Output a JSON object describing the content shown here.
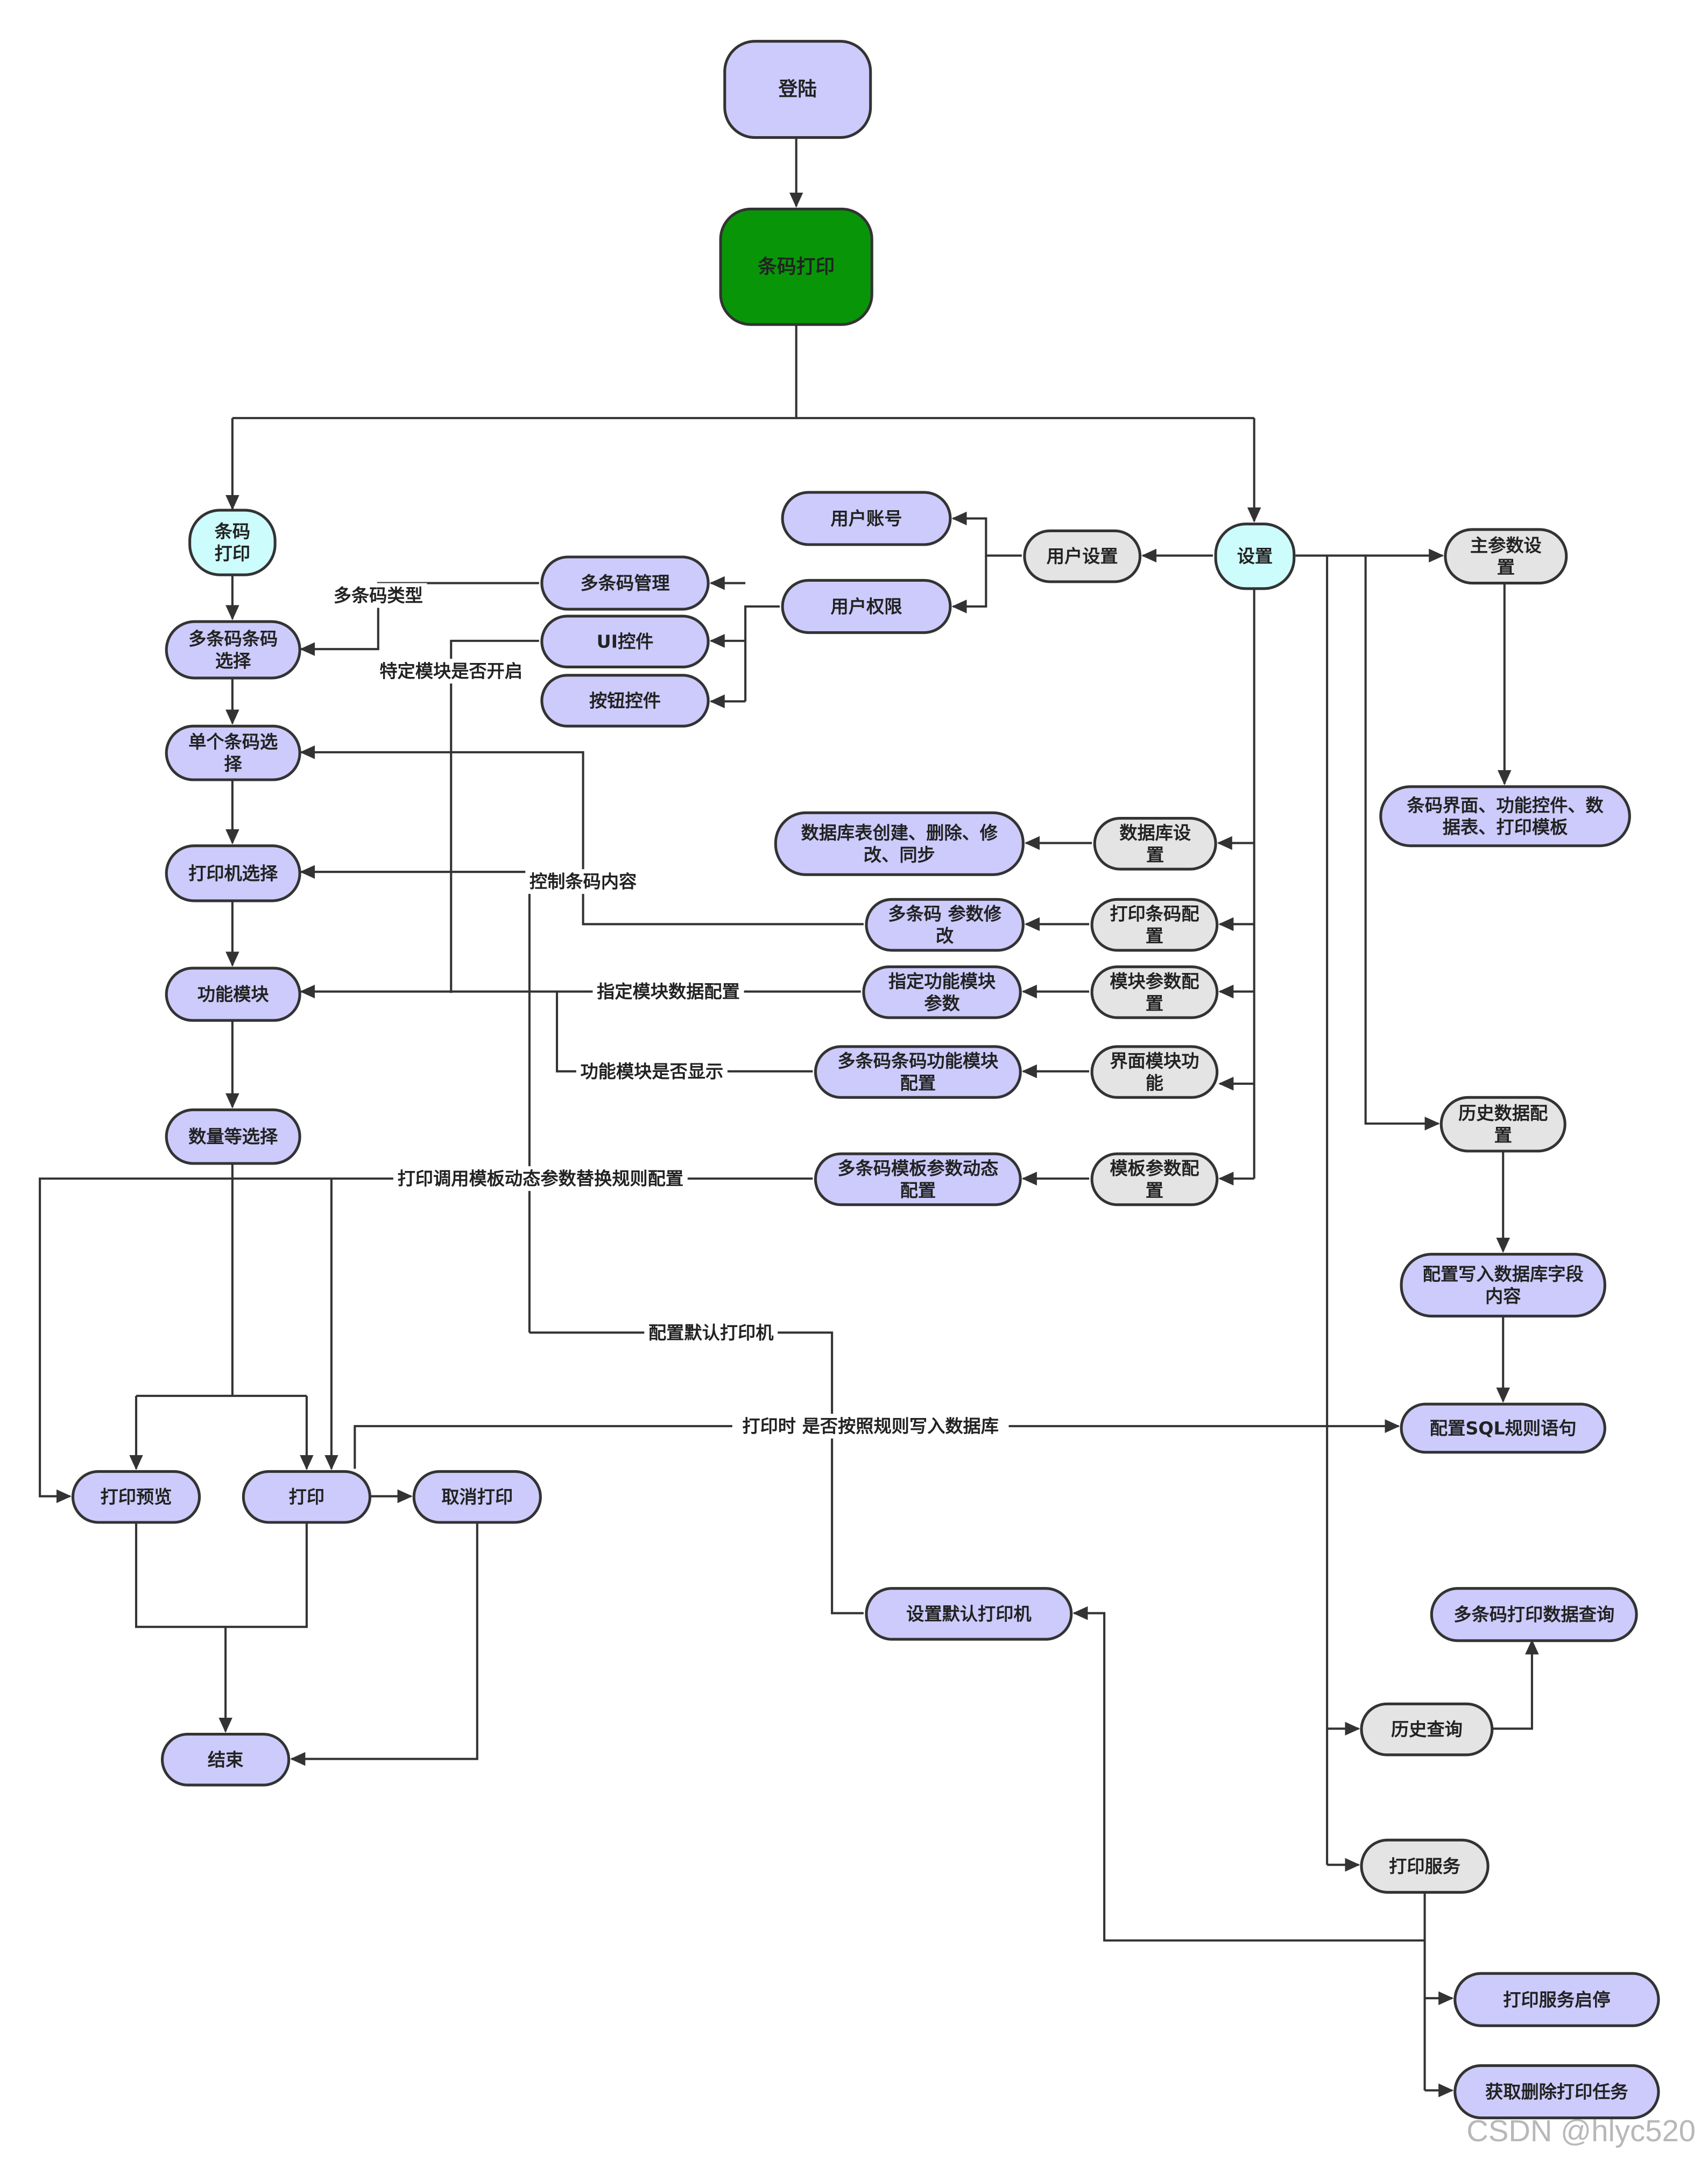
{
  "colors": {
    "purple": "#cccbfc",
    "green": "#089608",
    "cyan": "#cdfcfc",
    "gray": "#e4e4e4",
    "stroke": "#333333",
    "line": "#333333"
  },
  "nodes": {
    "login": "登陆",
    "barcode_print": "条码打印",
    "barcode_print_sub": "条码\n打印",
    "multi_barcode_select": "多条码条码\n选择",
    "single_barcode_select": "单个条码选\n择",
    "printer_select": "打印机选择",
    "function_module": "功能模块",
    "quantity_select": "数量等选择",
    "print_preview": "打印预览",
    "print": "打印",
    "cancel_print": "取消打印",
    "end": "结束",
    "multi_barcode_manage": "多条码管理",
    "ui_control": "UI控件",
    "button_control": "按钮控件",
    "user_account": "用户账号",
    "user_permission": "用户权限",
    "user_settings": "用户设置",
    "settings": "设置",
    "main_params": "主参数设\n置",
    "main_params_items": "条码界面、功能控件、数\n据表、打印模板",
    "db_table_ops": "数据库表创建、删除、修\n改、同步",
    "db_settings": "数据库设\n置",
    "multi_param_modify": "多条码 参数修\n改",
    "print_barcode_config": "打印条码配\n置",
    "func_module_params": "指定功能模块\n参数",
    "module_param_config": "模块参数配\n置",
    "multi_func_module_config": "多条码条码功能模块\n配置",
    "ui_module_func": "界面模块功\n能",
    "multi_template_dyn_config": "多条码模板参数动态\n配置",
    "template_param_config": "模板参数配\n置",
    "history_config": "历史数据配\n置",
    "db_field_config": "配置写入数据库字段\n内容",
    "sql_rule": "配置SQL规则语句",
    "default_printer": "设置默认打印机",
    "multi_print_query": "多条码打印数据查询",
    "history_query": "历史查询",
    "print_service": "打印服务",
    "service_start_stop": "打印服务启停",
    "get_delete_tasks": "获取删除打印任务"
  },
  "edge_labels": {
    "multi_barcode_type": "多条码类型",
    "module_enabled": "特定模块是否开启",
    "control_content": "控制条码内容",
    "module_data_config": "指定模块数据配置",
    "module_visible": "功能模块是否显示",
    "template_rule": "打印调用模板动态参数替换规则配置",
    "default_printer_config": "配置默认打印机",
    "write_db_rule": "打印时 是否按照规则写入数据库"
  },
  "watermark": "CSDN @hlyc520"
}
